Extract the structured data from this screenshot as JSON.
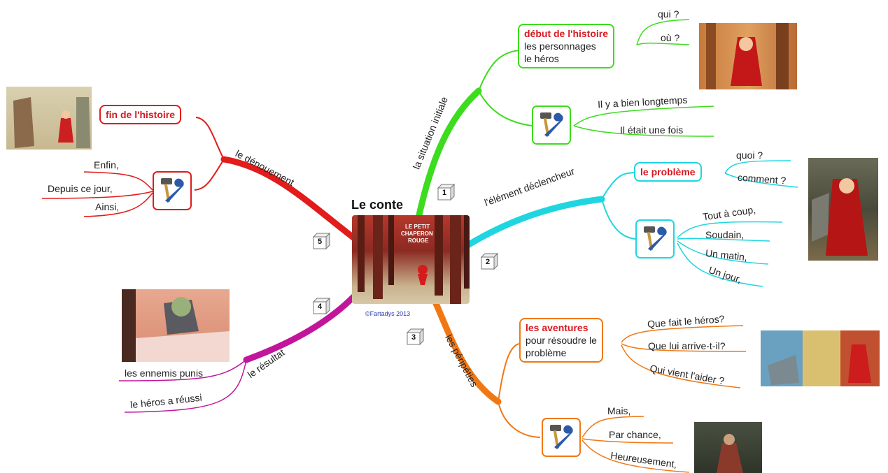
{
  "center": {
    "title": "Le conte",
    "credit": "©Fartadys 2013",
    "cover_top": "LE PETIT",
    "cover_mid": "CHAPERON",
    "cover_bottom": "ROUGE"
  },
  "branches": {
    "b1": {
      "number": "1",
      "label": "la situation initiale",
      "color": "#3ddc1e",
      "box_head": "début de l'histoire",
      "box_line1": "les personnages",
      "box_line2": "le héros",
      "q1": "qui ?",
      "q2": "où ?",
      "t1": "Il y a bien longtemps",
      "t2": "Il était une fois"
    },
    "b2": {
      "number": "2",
      "label": "l'élément déclencheur",
      "color": "#1fd6e0",
      "box_head": "le problème",
      "q1": "quoi ?",
      "q2": "comment ?",
      "t1": "Tout à coup,",
      "t2": "Soudain,",
      "t3": "Un matin,",
      "t4": "Un jour,"
    },
    "b3": {
      "number": "3",
      "label": "les péripéties",
      "color": "#f07814",
      "box_head": "les aventures",
      "box_line1": "pour résoudre le",
      "box_line2": "problème",
      "q1": "Que fait le héros?",
      "q2": "Que lui arrive-t-il?",
      "q3": "Qui vient l'aider ?",
      "t1": "Mais,",
      "t2": "Par chance,",
      "t3": "Heureusement,"
    },
    "b4": {
      "number": "4",
      "label": "le résultat",
      "color": "#c2169a",
      "s1": "les ennemis punis",
      "s2": "le héros a réussi"
    },
    "b5": {
      "number": "5",
      "label": "le dénouement",
      "color": "#e21b1b",
      "box_head": "fin de l'histoire",
      "t1": "Enfin,",
      "t2": "Depuis ce jour,",
      "t3": "Ainsi,"
    }
  },
  "icons": [
    "tools-icon"
  ]
}
